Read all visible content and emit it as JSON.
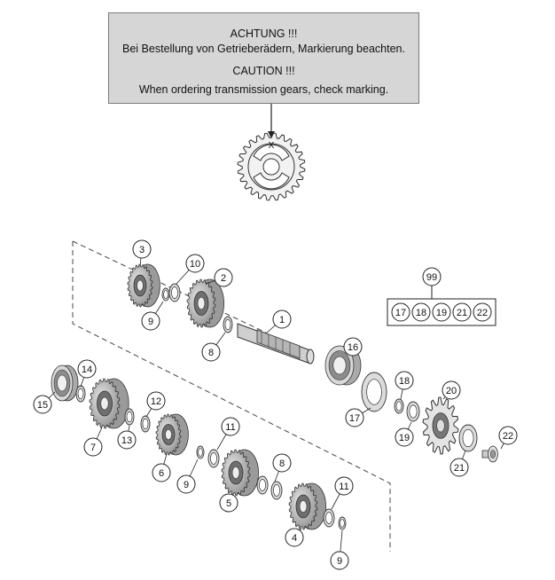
{
  "notice": {
    "title_de": "ACHTUNG !!!",
    "text_de": "Bei Bestellung von Getrieberädern, Markierung beachten.",
    "title_en": "CAUTION !!!",
    "text_en": "When ordering transmission gears, check marking."
  },
  "marking_letter": "X",
  "kit": {
    "label": "99",
    "items": [
      "17",
      "18",
      "19",
      "21",
      "22"
    ]
  },
  "callouts": [
    {
      "id": "3"
    },
    {
      "id": "10"
    },
    {
      "id": "2"
    },
    {
      "id": "9"
    },
    {
      "id": "1"
    },
    {
      "id": "8"
    },
    {
      "id": "16"
    },
    {
      "id": "14"
    },
    {
      "id": "15"
    },
    {
      "id": "12"
    },
    {
      "id": "7"
    },
    {
      "id": "13"
    },
    {
      "id": "18"
    },
    {
      "id": "20"
    },
    {
      "id": "17"
    },
    {
      "id": "19"
    },
    {
      "id": "11"
    },
    {
      "id": "22"
    },
    {
      "id": "6"
    },
    {
      "id": "9"
    },
    {
      "id": "8"
    },
    {
      "id": "21"
    },
    {
      "id": "5"
    },
    {
      "id": "11"
    },
    {
      "id": "4"
    },
    {
      "id": "9"
    }
  ]
}
